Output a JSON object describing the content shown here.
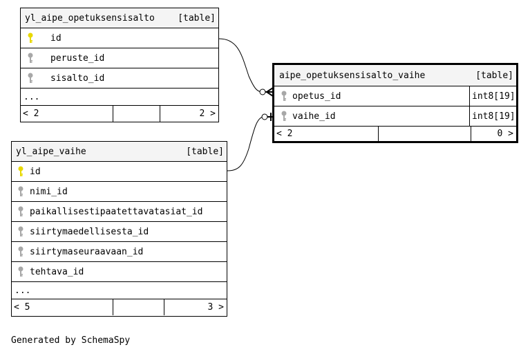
{
  "tables": {
    "opetuksensisalto": {
      "name": "yl_aipe_opetuksensisalto",
      "kind": "[table]",
      "columns": [
        {
          "name": "id",
          "key": "primary-key"
        },
        {
          "name": "peruste_id",
          "key": "foreign-key"
        },
        {
          "name": "sisalto_id",
          "key": "foreign-key"
        }
      ],
      "more": "...",
      "footer": {
        "left": "< 2",
        "right": "2 >"
      }
    },
    "vaihe": {
      "name": "yl_aipe_vaihe",
      "kind": "[table]",
      "columns": [
        {
          "name": "id",
          "key": "primary-key"
        },
        {
          "name": "nimi_id",
          "key": "foreign-key"
        },
        {
          "name": "paikallisestipaatettavatasiat_id",
          "key": "foreign-key"
        },
        {
          "name": "siirtymaedellisesta_id",
          "key": "foreign-key"
        },
        {
          "name": "siirtymaseuraavaan_id",
          "key": "foreign-key"
        },
        {
          "name": "tehtava_id",
          "key": "foreign-key"
        }
      ],
      "more": "...",
      "footer": {
        "left": "< 5",
        "right": "3 >"
      }
    },
    "opetuksensisalto_vaihe": {
      "name": "aipe_opetuksensisalto_vaihe",
      "kind": "[table]",
      "columns": [
        {
          "name": "opetus_id",
          "type": "int8[19]",
          "key": "foreign-key"
        },
        {
          "name": "vaihe_id",
          "type": "int8[19]",
          "key": "foreign-key"
        }
      ],
      "footer": {
        "left": "< 2",
        "right": "0 >"
      }
    }
  },
  "colors": {
    "primary_key_icon": "#e8d800",
    "foreign_key_icon": "#a8a8a8",
    "header_bg": "#f4f4f4",
    "border": "#000000"
  },
  "footer_text": "Generated by SchemaSpy"
}
